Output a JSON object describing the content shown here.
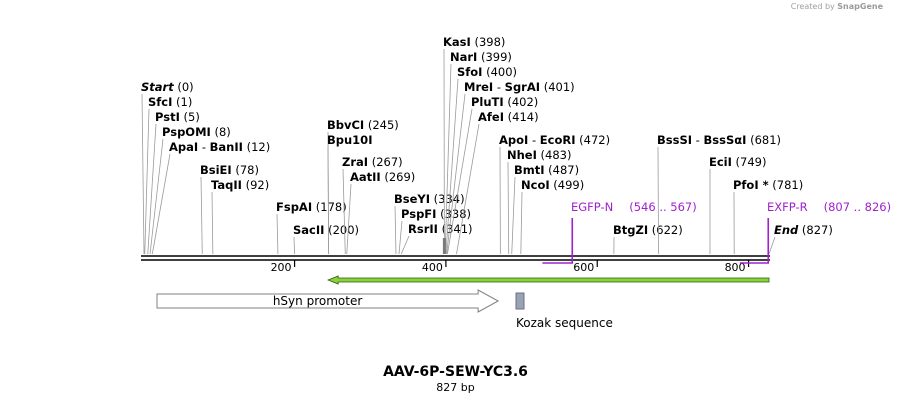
{
  "credit": {
    "prefix": "Created by",
    "brand": "SnapGene"
  },
  "title": "AAV-6P-SEW-YC3.6",
  "length_label": "827 bp",
  "scale": {
    "start": 1,
    "end": 827
  },
  "ticks": [
    {
      "pos": 200,
      "label": "200"
    },
    {
      "pos": 400,
      "label": "400"
    },
    {
      "pos": 600,
      "label": "600"
    },
    {
      "pos": 800,
      "label": "800"
    }
  ],
  "sites": [
    {
      "name": "Start",
      "italic": true,
      "pos": "(0)",
      "coord": 1
    },
    {
      "name": "SfcI",
      "pos": "(1)",
      "coord": 2
    },
    {
      "name": "PstI",
      "pos": "(5)",
      "coord": 6
    },
    {
      "name": "PspOMI",
      "pos": "(8)",
      "coord": 9
    },
    {
      "name": "ApaI",
      "name2": "BanII",
      "pos": "(12)",
      "coord": 12
    },
    {
      "name": "BsiEI",
      "pos": "(78)",
      "coord": 78
    },
    {
      "name": "TaqII",
      "pos": "(92)",
      "coord": 92
    },
    {
      "name": "FspAI",
      "pos": "(178)",
      "coord": 178
    },
    {
      "name": "SacII",
      "pos": "(200)",
      "coord": 200
    },
    {
      "name": "BbvCI",
      "pos": "(245)",
      "coord": 245
    },
    {
      "name": "Bpu10I",
      "pos": "",
      "coord": 245
    },
    {
      "name": "ZraI",
      "pos": "(267)",
      "coord": 267
    },
    {
      "name": "AatII",
      "pos": "(269)",
      "coord": 269
    },
    {
      "name": "BseYI",
      "pos": "(334)",
      "coord": 334
    },
    {
      "name": "PspFI",
      "pos": "(338)",
      "coord": 338
    },
    {
      "name": "RsrII",
      "pos": "(341)",
      "coord": 341
    },
    {
      "name": "KasI",
      "pos": "(398)",
      "coord": 398
    },
    {
      "name": "NarI",
      "pos": "(399)",
      "coord": 399
    },
    {
      "name": "SfoI",
      "pos": "(400)",
      "coord": 400
    },
    {
      "name": "MreI",
      "name2": "SgrAI",
      "pos": "(401)",
      "coord": 401
    },
    {
      "name": "PluTI",
      "pos": "(402)",
      "coord": 402
    },
    {
      "name": "AfeI",
      "pos": "(414)",
      "coord": 414
    },
    {
      "name": "ApoI",
      "name2": "EcoRI",
      "pos": "(472)",
      "coord": 472
    },
    {
      "name": "NheI",
      "pos": "(483)",
      "coord": 483
    },
    {
      "name": "BmtI",
      "pos": "(487)",
      "coord": 487
    },
    {
      "name": "NcoI",
      "pos": "(499)",
      "coord": 499
    },
    {
      "name": "BtgZI",
      "pos": "(622)",
      "coord": 622
    },
    {
      "name": "BssSI",
      "name2": "BssSαI",
      "pos": "(681)",
      "coord": 681
    },
    {
      "name": "EciI",
      "pos": "(749)",
      "coord": 749
    },
    {
      "name": "PfoI *",
      "pos": "(781)",
      "coord": 781
    },
    {
      "name": "End",
      "italic": true,
      "pos": "(827)",
      "coord": 827
    }
  ],
  "primers": [
    {
      "name": "EGFP-N",
      "range": "(546 .. 567)",
      "start": 546,
      "end": 567,
      "color": "#a020d0"
    },
    {
      "name": "EXFP-R",
      "range": "(807 .. 826)",
      "start": 807,
      "end": 826,
      "color": "#a020d0"
    }
  ],
  "features": [
    {
      "name": "hSyn promoter",
      "start": 1,
      "end": 469,
      "type": "arrow-right",
      "fill": "#ffffff",
      "stroke": "#808080"
    },
    {
      "name": "Kozak sequence",
      "start": 472,
      "end": 482,
      "type": "box",
      "fill": "#9aa3b5",
      "stroke": "#6a7080"
    },
    {
      "name": "",
      "start": 247,
      "end": 827,
      "type": "arrow-left-thin",
      "fill": "#8bd23a",
      "stroke": "#2a5a10"
    }
  ],
  "colors": {
    "sequence_line": "#000000",
    "primer": "#a020d0",
    "orf": "#8bd23a"
  }
}
